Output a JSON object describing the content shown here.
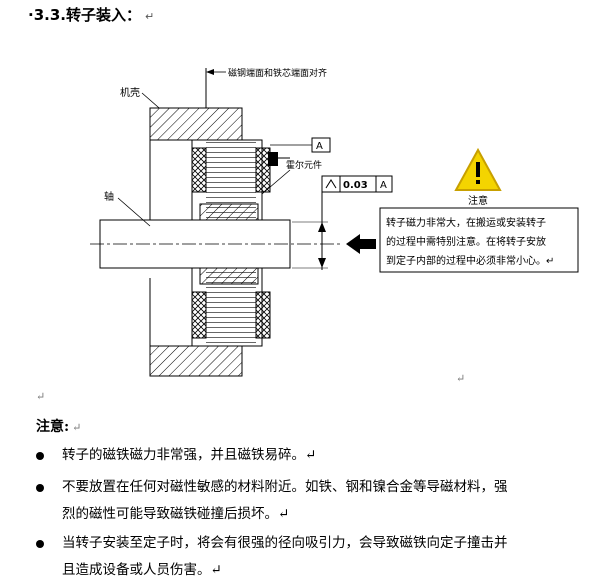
{
  "heading": {
    "title": "·3.3.转子装入：",
    "return_mark": "↵"
  },
  "diagram": {
    "label_top": "磁钢端面和铁芯端面对齐",
    "label_housing": "机壳",
    "label_shaft": "轴",
    "label_hall": "霍尔元件",
    "datum_a": "A",
    "tolerance": "0.03",
    "caution_label": "注意",
    "callout_lines": [
      "转子磁力非常大，在搬运或安装转子",
      "的过程中需特别注意。在将转子安放",
      "到定子内部的过程中必须非常小心。↵"
    ]
  },
  "return_marks": {
    "after_diagram_left": "↵",
    "after_diagram_right": "↵"
  },
  "notes": {
    "title": "注意:",
    "items": [
      {
        "lines": [
          "转子的磁铁磁力非常强，并且磁铁易碎。↵"
        ]
      },
      {
        "lines": [
          "不要放置在任何对磁性敏感的材料附近。如铁、钢和镍合金等导磁材料，强",
          "烈的磁性可能导致磁铁碰撞后损坏。↵"
        ]
      },
      {
        "lines": [
          "当转子安装至定子时，将会有很强的径向吸引力，会导致磁铁向定子撞击并",
          "且造成设备或人员伤害。↵"
        ]
      }
    ]
  }
}
